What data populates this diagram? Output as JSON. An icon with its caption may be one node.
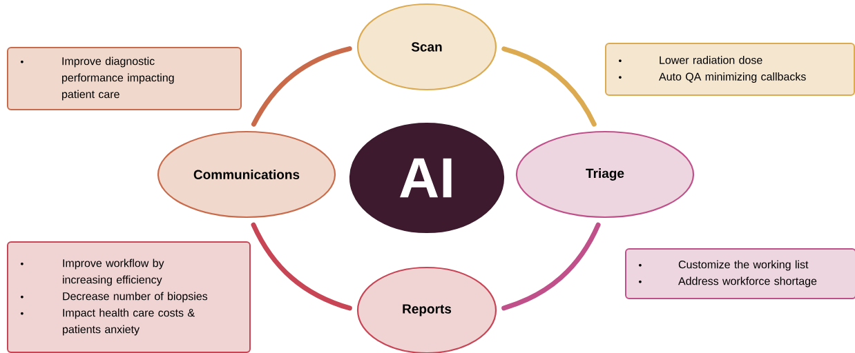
{
  "diagram": {
    "nodes": [
      {
        "text": [
          "Scan"
        ]
      },
      {
        "text": [
          "AI"
        ]
      },
      {
        "text": [
          "Communications"
        ]
      },
      {
        "text": [
          "Triage"
        ]
      },
      {
        "text": [
          "Reports"
        ]
      },
      {
        "text": [
          "Improve diagnostic performance impacting patient care"
        ]
      },
      {
        "text": [
          "Lower radiation dose",
          "Auto QA minimizing callbacks"
        ]
      },
      {
        "text": [
          "Improve workflow by increasing efficiency",
          "Decrease number of biopsies",
          "Impact health care costs & patients anxiety"
        ]
      },
      {
        "text": [
          "Customize the working list",
          "Address workforce shortage"
        ]
      }
    ],
    "edges": [
      {
        "from": 0,
        "to": 3,
        "arrow": "none",
        "color": "#dcaa50"
      },
      {
        "from": 3,
        "to": 4,
        "arrow": "none",
        "color": "#c0508a"
      },
      {
        "from": 4,
        "to": 2,
        "arrow": "none",
        "color": "#c74555"
      },
      {
        "from": 2,
        "to": 0,
        "arrow": "none",
        "color": "#c96b4b"
      }
    ]
  }
}
